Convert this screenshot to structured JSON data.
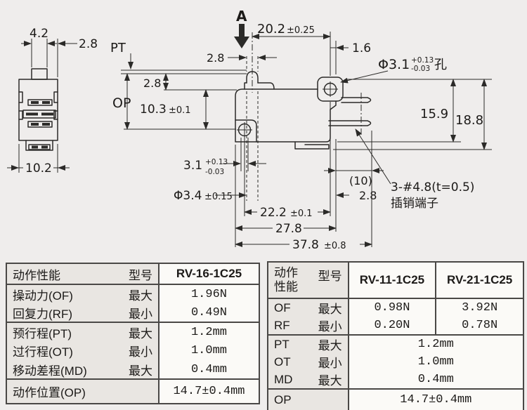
{
  "front": {
    "dim_plunger_width": "4.2",
    "dim_edge_offset": "2.8",
    "dim_body_depth": "10.2"
  },
  "side": {
    "press_point_label": "A",
    "pretravel_label": "PT",
    "operating_position_label": "OP",
    "dim_plunger_to_hole": "20.2",
    "dim_plunger_to_hole_tol": "±0.25",
    "dim_plunger_width": "2.8",
    "dim_overtravel_step": "2.8",
    "dim_top_to_hole": "10.3",
    "dim_top_to_hole_tol": "±0.1",
    "dim_hole_to_edge": "1.6",
    "hole_callout": "Φ3.1",
    "hole_callout_tol_plus": "+0.13",
    "hole_callout_tol_minus": "-0.03",
    "hole_callout_suffix": "孔",
    "dim_height_body": "15.9",
    "dim_height_total": "18.8",
    "dim_hole_dia": "3.1",
    "dim_hole_dia_tol_plus": "+0.13",
    "dim_hole_dia_tol_minus": "-0.03",
    "dim_plunger_dia": "Φ3.4",
    "dim_plunger_dia_tol": "±0.15",
    "dim_terminal_length": "(10)",
    "dim_terminal_offset": "2.8",
    "terminal_note_line1": "3-#4.8(t=0.5)",
    "terminal_note_line2": "插销端子",
    "dim_hole_span": "22.2",
    "dim_hole_span_tol": "±0.1",
    "dim_body_length": "27.8",
    "dim_total_length": "37.8",
    "dim_total_length_tol": "±0.8"
  },
  "table_left": {
    "header": {
      "title": "动作性能",
      "model_label": "型号",
      "model": "RV-16-1C25"
    },
    "rows": [
      {
        "name": "操动力(OF)",
        "cond": "最大",
        "value": "1.96N"
      },
      {
        "name": "回复力(RF)",
        "cond": "最小",
        "value": "0.49N"
      },
      {
        "name": "预行程(PT)",
        "cond": "最大",
        "value": "1.2mm"
      },
      {
        "name": "过行程(OT)",
        "cond": "最小",
        "value": "1.0mm"
      },
      {
        "name": "移动差程(MD)",
        "cond": "最大",
        "value": "0.4mm"
      },
      {
        "name": "动作位置(OP)",
        "cond": "",
        "value": "14.7±0.4mm"
      }
    ]
  },
  "table_right": {
    "header": {
      "title_line1": "动作",
      "title_line2": "性能",
      "model_label": "型号",
      "models": [
        "RV-11-1C25",
        "RV-21-1C25"
      ]
    },
    "rows": [
      {
        "name": "OF",
        "cond": "最大",
        "values": [
          "0.98N",
          "3.92N"
        ]
      },
      {
        "name": "RF",
        "cond": "最小",
        "values": [
          "0.20N",
          "0.78N"
        ]
      },
      {
        "name": "PT",
        "cond": "最大",
        "value": "1.2mm"
      },
      {
        "name": "OT",
        "cond": "最小",
        "value": "1.0mm"
      },
      {
        "name": "MD",
        "cond": "最大",
        "value": "0.4mm"
      },
      {
        "name": "OP",
        "cond": "",
        "value": "14.7±0.4mm"
      }
    ]
  },
  "colors": {
    "background": "#efedec",
    "line": "#2b2a28",
    "cell_label_bg": "#e9e6e2",
    "cell_value_bg": "#fbfaf7"
  }
}
